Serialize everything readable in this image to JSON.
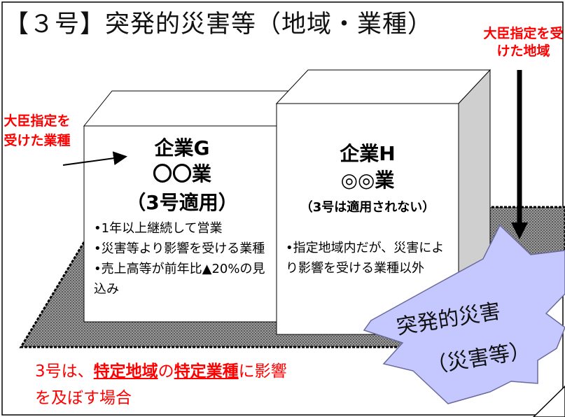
{
  "title": "【３号】突発的災害等（地域・業種）",
  "designated_region_label": "大臣指定を受けた地域",
  "designated_industry_label": "大臣指定を受けた業種",
  "company_g": {
    "name": "企業G",
    "industry": "〇〇業",
    "note": "（3号適用）",
    "bullets": [
      "•1年以上継続して営業",
      "•災害等より影響を受ける業種",
      "•売上高等が前年比▲20%の見込み"
    ]
  },
  "company_h": {
    "name": "企業H",
    "industry": "◎◎業",
    "note": "（3号は適用されない）",
    "bullets": [
      "•指定地域内だが、災害により影響を受ける業種以外"
    ]
  },
  "disaster": {
    "line1": "突発的災害",
    "line2": "（災害等）"
  },
  "caption": {
    "prefix": "3号は、",
    "region": "特定地域",
    "mid": "の",
    "industry": "特定業種",
    "suffix": "に影響を及ぼす場合"
  },
  "colors": {
    "accent": "#ff0000",
    "ground": "#8a8a8a",
    "star": "#c5c7ff"
  }
}
